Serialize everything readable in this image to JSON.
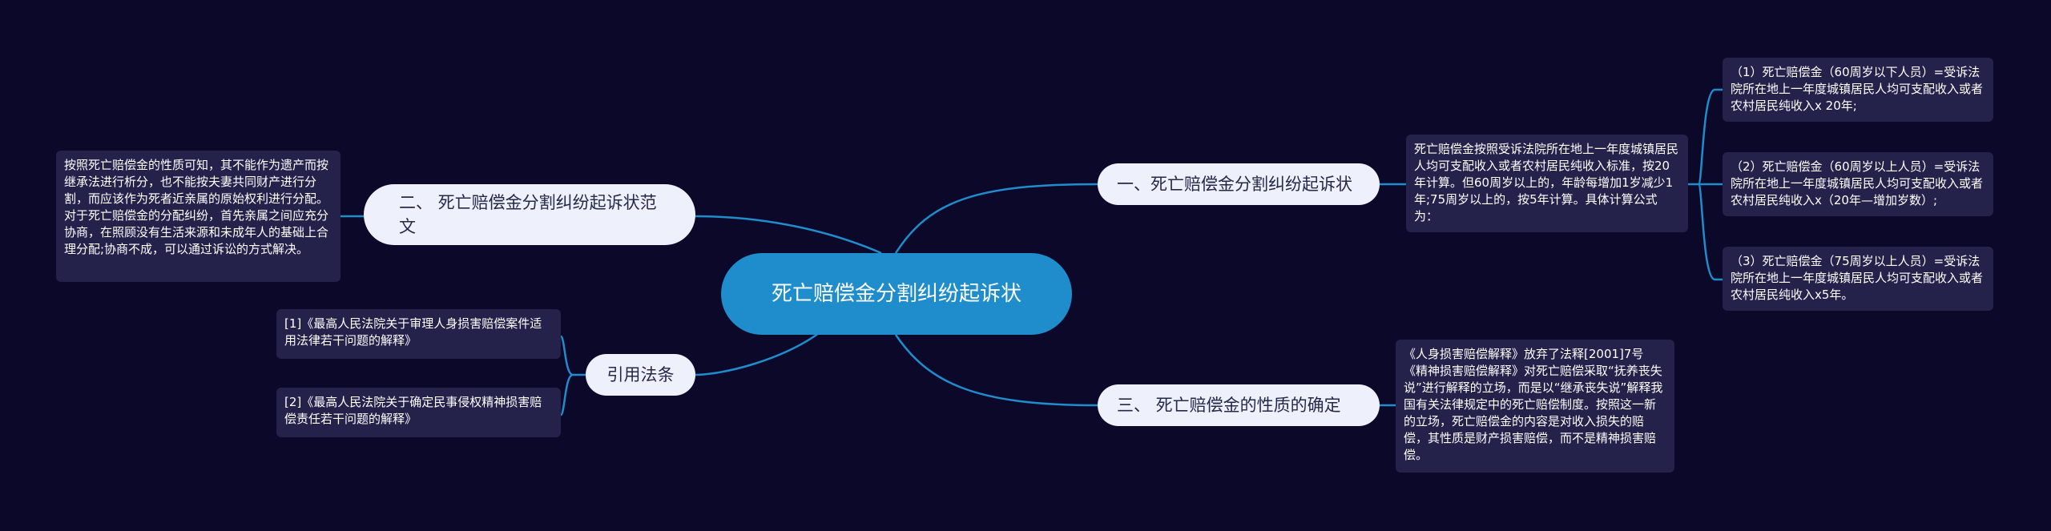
{
  "root": {
    "label": "死亡赔偿金分割纠纷起诉状"
  },
  "branches": {
    "b1": {
      "label": "一、死亡赔偿金分割纠纷起诉状",
      "intro": "死亡赔偿金按照受诉法院所在地上一年度城镇居民人均可支配收入或者农村居民纯收入标准，按20年计算。但60周岁以上的，年龄每增加1岁减少1年;75周岁以上的，按5年计算。具体计算公式为：",
      "items": [
        "（1）死亡赔偿金（60周岁以下人员）=受诉法院所在地上一年度城镇居民人均可支配收入或者农村居民纯收入x 20年;",
        "（2）死亡赔偿金（60周岁以上人员）=受诉法院所在地上一年度城镇居民人均可支配收入或者农村居民纯收入x（20年—增加岁数）;",
        "（3）死亡赔偿金（75周岁以上人员）=受诉法院所在地上一年度城镇居民人均可支配收入或者农村居民纯收入x5年。"
      ]
    },
    "b2": {
      "label": "二、 死亡赔偿金分割纠纷起诉状范文",
      "text": "按照死亡赔偿金的性质可知，其不能作为遗产而按继承法进行析分，也不能按夫妻共同财产进行分割，而应该作为死者近亲属的原始权利进行分配。对于死亡赔偿金的分配纠纷，首先亲属之间应充分协商，在照顾没有生活来源和未成年人的基础上合理分配;协商不成，可以通过诉讼的方式解决。"
    },
    "b3": {
      "label": "三、 死亡赔偿金的性质的确定",
      "text": "《人身损害赔偿解释》放弃了法释[2001]7号《精神损害赔偿解释》对死亡赔偿采取“抚养丧失说”进行解释的立场，而是以“继承丧失说”解释我国有关法律规定中的死亡赔偿制度。按照这一新的立场，死亡赔偿金的内容是对收入损失的赔偿，其性质是财产损害赔偿，而不是精神损害赔偿。"
    },
    "b4": {
      "label": "引用法条",
      "items": [
        "[1]《最高人民法院关于审理人身损害赔偿案件适用法律若干问题的解释》",
        "[2]《最高人民法院关于确定民事侵权精神损害赔偿责任若干问题的解释》"
      ]
    }
  },
  "colors": {
    "background": "#0b0829",
    "root_fill": "#1f8dcc",
    "branch_fill": "#eef1fb",
    "leaf_fill": "#24214b",
    "edge": "#1f8dcc"
  }
}
